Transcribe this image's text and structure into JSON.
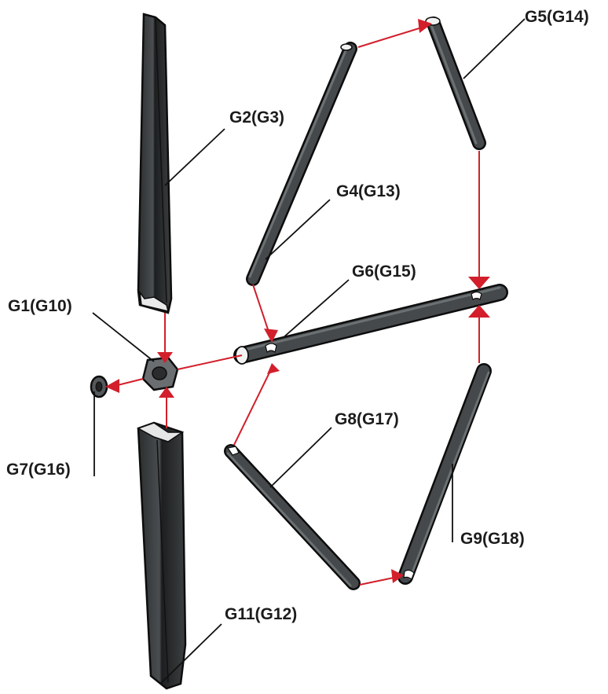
{
  "parts": [
    {
      "id": "g1",
      "label": "G1(G10)",
      "kind": "nut"
    },
    {
      "id": "g2",
      "label": "G2(G3)",
      "kind": "panel"
    },
    {
      "id": "g4",
      "label": "G4(G13)",
      "kind": "rod"
    },
    {
      "id": "g5",
      "label": "G5(G14)",
      "kind": "rod"
    },
    {
      "id": "g6",
      "label": "G6(G15)",
      "kind": "rod"
    },
    {
      "id": "g7",
      "label": "G7(G16)",
      "kind": "washer"
    },
    {
      "id": "g8",
      "label": "G8(G17)",
      "kind": "rod"
    },
    {
      "id": "g9",
      "label": "G9(G18)",
      "kind": "rod"
    },
    {
      "id": "g11",
      "label": "G11(G12)",
      "kind": "panel"
    }
  ],
  "colors": {
    "part_fill": "#3c3f40",
    "part_edge": "#0d0d0d",
    "connector": "#d21f2b"
  }
}
